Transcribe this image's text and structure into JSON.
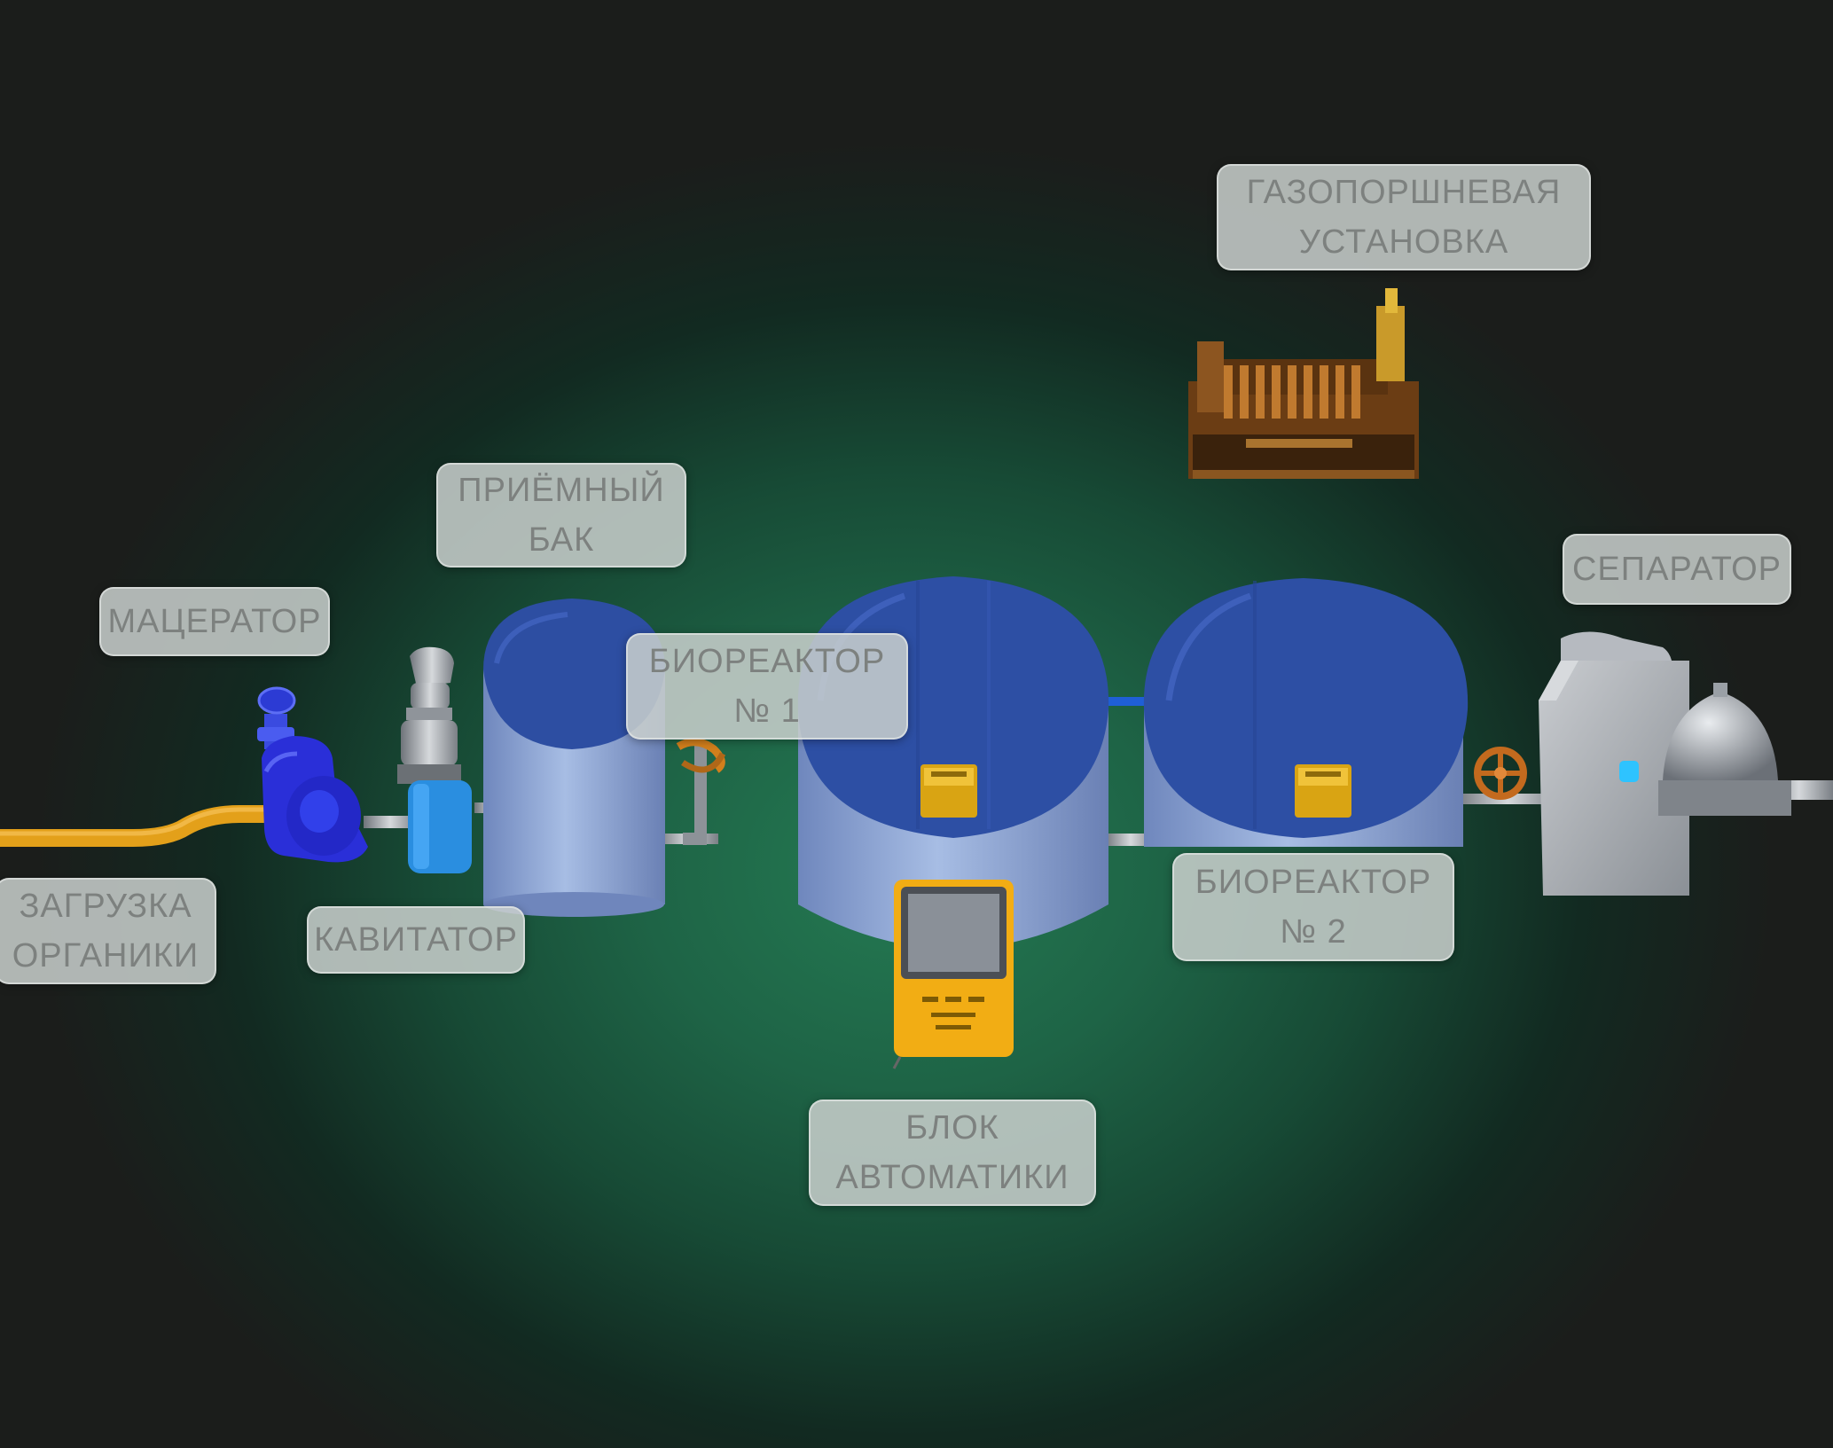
{
  "labels": {
    "gas_engine": {
      "lines": [
        "ГАЗОПОРШНЕВАЯ",
        "УСТАНОВКА"
      ]
    },
    "receiving_tank": {
      "lines": [
        "ПРИЁМНЫЙ",
        "БАК"
      ]
    },
    "macerator": {
      "lines": [
        "МАЦЕРАТОР"
      ]
    },
    "bioreactor_1": {
      "lines": [
        "БИОРЕАКТОР",
        "№ 1"
      ]
    },
    "separator": {
      "lines": [
        "СЕПАРАТОР"
      ]
    },
    "loading": {
      "lines": [
        "ЗАГРУЗКА",
        "ОРГАНИКИ"
      ]
    },
    "cavitator": {
      "lines": [
        "КАВИТАТОР"
      ]
    },
    "bioreactor_2": {
      "lines": [
        "БИОРЕАКТОР",
        "№ 2"
      ]
    },
    "automation": {
      "lines": [
        "БЛОК",
        "АВТОМАТИКИ"
      ]
    }
  },
  "colors": {
    "tank_top": "#2d4fa3",
    "tank_body": "#8fa8d6",
    "pipe_orange": "#e8a21e",
    "pump_blue": "#2233dd",
    "controller_yellow": "#f5b316",
    "steel": "#a8acb2"
  }
}
